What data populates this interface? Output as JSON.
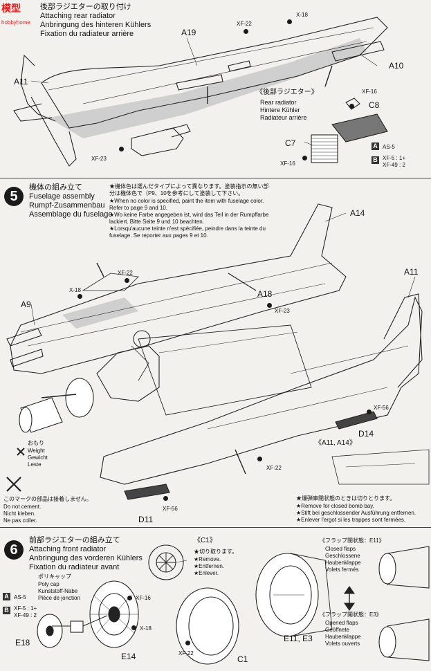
{
  "header": {
    "logo_text": "模型",
    "site_text": "hobbyhome"
  },
  "step4": {
    "title_jp": "後部ラジエターの取り付け",
    "title_en": "Attaching rear radiator",
    "title_de": "Anbringung des hinteren Kühlers",
    "title_fr": "Fixation du radiateur arrière",
    "parts": {
      "a19": "A19",
      "a11": "A11",
      "a10": "A10",
      "c8": "C8",
      "c7": "C7"
    },
    "paints": {
      "xf22": "XF-22",
      "x18": "X-18",
      "xf16a": "XF-16",
      "xf23": "XF-23",
      "xf16b": "XF-16"
    },
    "sub_jp": "《後部ラジエター》",
    "sub_en": "Rear radiator",
    "sub_de": "Hintere Kühler",
    "sub_fr": "Radiateur arrière",
    "legend_a_letter": "A",
    "legend_a": "AS-5",
    "legend_b_letter": "B",
    "legend_b_1": "XF-5 : 1+",
    "legend_b_2": "XF-49 : 2"
  },
  "step5": {
    "number": "5",
    "title_jp": "機体の組み立て",
    "title_en": "Fuselage assembly",
    "title_de": "Rumpf-Zusammenbau",
    "title_fr": "Assemblage du fuselage",
    "note_1": "★機体色は選んだタイプによって異なります。塗装指示の無い部",
    "note_2": "分は機体色で（P9、10を参考にして塗装して下さい。",
    "note_3": "★When no color is specified, paint the item with fuselage color.",
    "note_4": "Refer to page 9 and 10.",
    "note_5": "★Wo keine Farbe angegeben ist, wird das Teil in der Rumpffarbe",
    "note_6": "lackiert. Bitte Seite 9 und 10 beachten.",
    "note_7": "★Lorsqu'aucune teinte n'est spécifiée, peindre dans la teinte du",
    "note_8": "fuselage. Se reporter aux pages 9 et 10.",
    "parts": {
      "a14": "A14",
      "a11": "A11",
      "a9": "A9",
      "a18": "A18",
      "d14": "D14",
      "d11": "D11"
    },
    "paints": {
      "xf22a": "XF-22",
      "x18": "X-18",
      "xf23": "XF-23",
      "xf56a": "XF-56",
      "xf22b": "XF-22",
      "xf56b": "XF-56"
    },
    "weight_jp": "おもり",
    "weight_en": "Weight",
    "weight_de": "Gewicht",
    "weight_fr": "Leste",
    "nocement_jp": "このマークの部品は接着しません。",
    "nocement_en": "Do not cement.",
    "nocement_de": "Nicht kleben.",
    "nocement_fr": "Ne pas coller.",
    "sub_label": "《A11, A14》",
    "bomb_jp": "★爆弾庫閉状態のときは切りとります。",
    "bomb_en": "★Remove for closed bomb bay.",
    "bomb_de": "★Stift bei geschlossender Ausführung entfernen.",
    "bomb_fr": "★Enlever l'ergot si les trappes sont fermées."
  },
  "step6": {
    "number": "6",
    "title_jp": "前部ラジエターの組み立て",
    "title_en": "Attaching front radiator",
    "title_de": "Anbringung des vorderen Kühlers",
    "title_fr": "Fixation du radiateur avant",
    "polycap_jp": "ポリキャップ",
    "polycap_en": "Poly cap",
    "polycap_de": "Kunststoff-Nabe",
    "polycap_fr": "Pièce de jonction",
    "legend_a_letter": "A",
    "legend_a": "AS-5",
    "legend_b_letter": "B",
    "legend_b_1": "XF-5 : 1+",
    "legend_b_2": "XF-49 : 2",
    "parts": {
      "e18": "E18",
      "e14": "E14",
      "c1": "C1",
      "e11e3": "E11, E3"
    },
    "paints": {
      "xf16": "XF-16",
      "x18": "X-18",
      "xf22": "XF-22"
    },
    "c1_label": "《C1》",
    "cut_jp": "★切り取ります。",
    "cut_en": "★Remove.",
    "cut_de": "★Entfernen.",
    "cut_fr": "★Enlever.",
    "closed_title": "《フラップ閉状態：E11》",
    "closed_en": "Closed flaps",
    "closed_de": "Geschlossene",
    "closed_de2": "Haubenklappe",
    "closed_fr": "Volets fermés",
    "opened_title": "《フラップ開状態：E3》",
    "opened_en": "Opened flaps",
    "opened_de": "Geöffnete",
    "opened_de2": "Haubenklappe",
    "opened_fr": "Volets ouverts"
  }
}
